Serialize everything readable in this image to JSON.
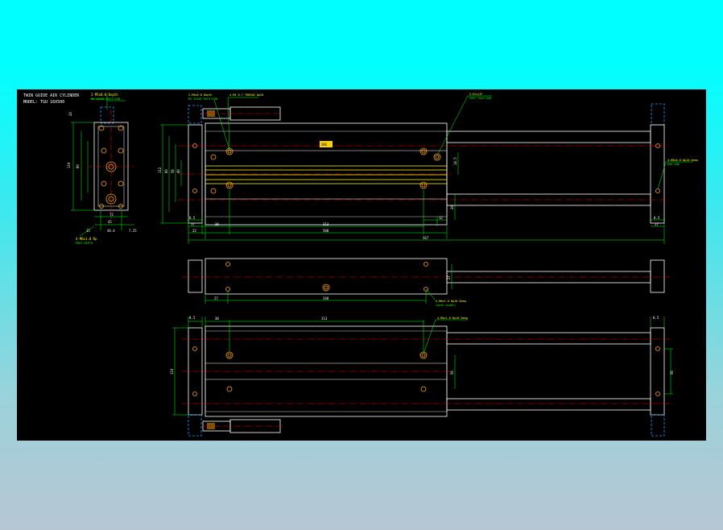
{
  "title_block": {
    "line1": "TWIN GUIDE AIR CYLINDER",
    "line2": "MODEL: TGU 16X500"
  },
  "front_view": {
    "callout_top_left": "2-M5x0.8 Depth",
    "callout_top_sub": "M5 JOINT POSITION",
    "callout_mid": "4-M4 0.7 THREAD Dp10",
    "callout_right": "2-Rc1/8\"",
    "callout_right_sub": "PORT POSITION",
    "callout_rod": "4-M5x0.8 Dp10 Deep",
    "callout_rod_sub": "ROD END",
    "name_plate": "SNS",
    "dims": {
      "left_h1": "112",
      "left_h2": "80",
      "left_h3": "56",
      "left_h4": "40",
      "bottom_1": "8.5",
      "bottom_2": "17",
      "bottom_3": "22",
      "bottom_4": "30",
      "bottom_5": "313",
      "bottom_6": "12",
      "bottom_7": "500",
      "bottom_8": "567",
      "right_1": "14.5",
      "right_2": "20",
      "right_3": "8.5",
      "right_4": "17"
    }
  },
  "side_view": {
    "callout_bottom": "4-M5x0.8 Dp6",
    "callout_bottom_sub": "PORT DEPTH",
    "dims": {
      "top_h": "20",
      "left_h": "110",
      "left_h2": "80",
      "w1": "15",
      "w2": "72",
      "w3": "45",
      "w4": "44.4",
      "w5": "7.25",
      "w6": "17",
      "bottom_note": "4-M6x1.0 Dp"
    }
  },
  "mid_view": {
    "callout": "4-M6x1.0 Dp10 Deep",
    "callout_sub": "(both sides)",
    "dims": {
      "d1": "27",
      "d2": "248",
      "d3": "27"
    }
  },
  "bottom_view": {
    "callout": "4-M5x1.0 Dp10 Deep",
    "dims": {
      "top_1": "8.5",
      "top_2": "30",
      "top_3": "313",
      "top_4": "8.5",
      "left_h": "110",
      "mid_h": "56",
      "right_h": "56"
    }
  },
  "colors": {
    "background_top": "#00FFFF",
    "canvas": "#000000",
    "outline": "#FFFFFF",
    "dimension": "#00FF00",
    "centerline": "#FF0000",
    "hidden": "#00BFFF",
    "hole": "#FFA500",
    "text": "#FFFFFF",
    "callout_text": "#FFFF00"
  }
}
